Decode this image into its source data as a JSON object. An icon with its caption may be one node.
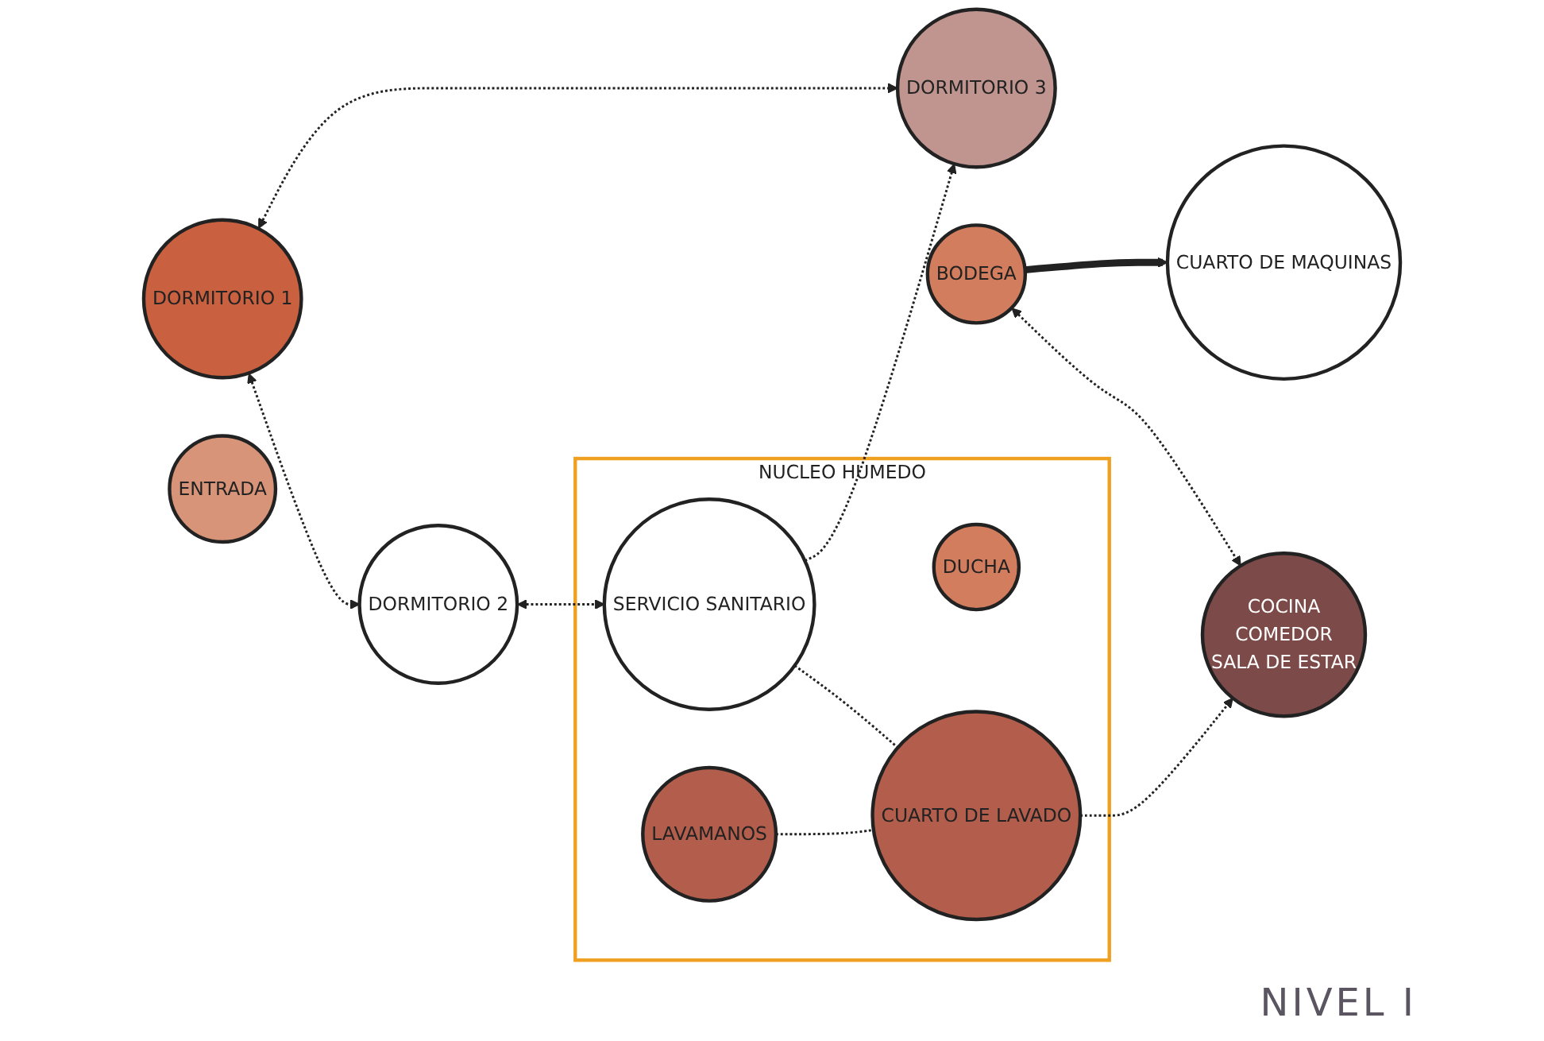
{
  "diagram": {
    "nodes": [
      {
        "text": [
          "BODEGA"
        ]
      },
      {
        "text": [
          "CUARTO DE MAQUINAS"
        ]
      },
      {
        "text": [
          "DORMITORIO 3"
        ]
      },
      {
        "text": [
          "DORMITORIO 1"
        ]
      },
      {
        "text": [
          "DORMITORIO 2"
        ]
      },
      {
        "text": [
          "NUCLEO HUMEDO"
        ]
      },
      {
        "text": [
          "DUCHA"
        ],
        "in": 5
      },
      {
        "text": [
          "SERVICIO SANITARIO"
        ],
        "in": 5
      },
      {
        "text": [
          "LAVAMANOS"
        ],
        "in": 5
      },
      {
        "text": [
          "CUARTO DE LAVADO"
        ],
        "in": 5
      },
      {
        "text": [
          "COCINA",
          "COMEDOR",
          "SALA DE ESTAR"
        ]
      },
      {
        "text": [
          "ENTRADA"
        ]
      }
    ],
    "edges": [
      {
        "from": 0,
        "to": 1,
        "arrow": "to",
        "style": "thick"
      },
      {
        "from": 0,
        "to": 10,
        "arrow": "both",
        "style": "dashed"
      },
      {
        "from": 3,
        "to": 2,
        "arrow": "both",
        "style": "dashed"
      },
      {
        "from": 3,
        "to": 4,
        "arrow": "both",
        "style": "dashed"
      },
      {
        "from": 4,
        "to": 7,
        "arrow": "both",
        "style": "dashed"
      },
      {
        "from": 7,
        "to": 2,
        "arrow": "to",
        "style": "dashed"
      },
      {
        "from": 7,
        "to": 9,
        "arrow": "none",
        "style": "dashed"
      },
      {
        "from": 8,
        "to": 9,
        "arrow": "none",
        "style": "dashed"
      },
      {
        "from": 9,
        "to": 10,
        "arrow": "to",
        "style": "dashed"
      }
    ],
    "labels": [
      "NIVEL I"
    ]
  }
}
